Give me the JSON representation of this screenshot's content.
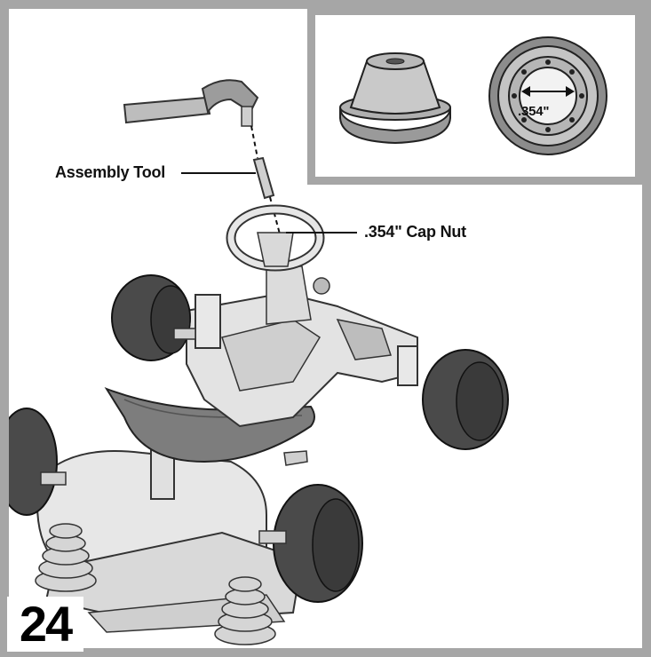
{
  "callouts": {
    "assembly_tool": "Assembly Tool",
    "cap_nut": ".354\" Cap Nut"
  },
  "inset": {
    "dimension": ".354\""
  },
  "step_number": "24"
}
